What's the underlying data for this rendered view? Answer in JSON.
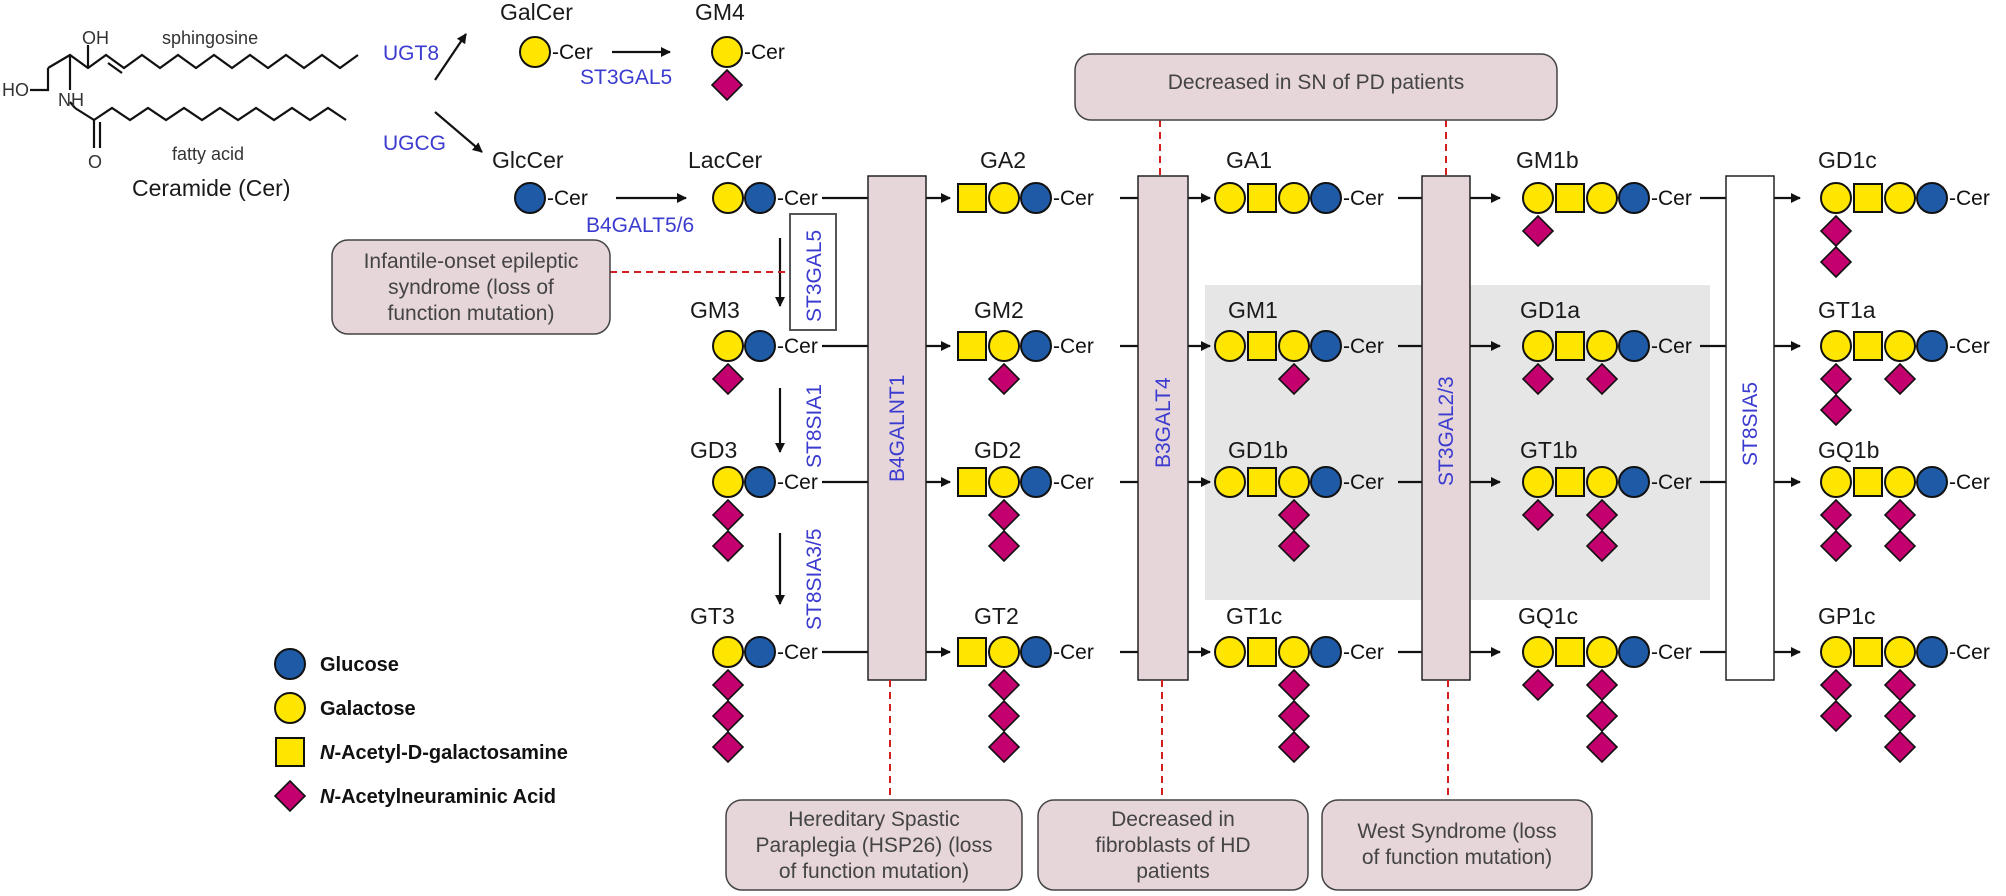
{
  "colors": {
    "glucose": "#1f5aa6",
    "galactose": "#ffe600",
    "galnac": "#ffe600",
    "neu5ac": "#c4006f",
    "enzyme_text": "#3b3bcf",
    "box_fill": "#e6d6da",
    "highlight": "#e6e6e6",
    "dashed": "#d21e1e"
  },
  "ceramide": {
    "sphingosine_label": "sphingosine",
    "fatty_acid_label": "fatty acid",
    "title": "Ceramide (Cer)",
    "oh_label": "OH",
    "ho_label": "HO",
    "nh_label": "NH",
    "o_label": "O"
  },
  "cer_suffix": "-Cer",
  "enzymes": {
    "ugt8": "UGT8",
    "ugcg": "UGCG",
    "st3gal5_top": "ST3GAL5",
    "b4galt56": "B4GALT5/6",
    "st3gal5_box": "ST3GAL5",
    "st8sia1": "ST8SIA1",
    "st8sia35": "ST8SIA3/5",
    "b4galnt1": "B4GALNT1",
    "b3galt4": "B3GALT4",
    "st3gal23": "ST3GAL2/3",
    "st8sia5": "ST8SIA5"
  },
  "compounds": {
    "galcer": "GalCer",
    "gm4": "GM4",
    "glccer": "GlcCer",
    "laccer": "LacCer",
    "gm3": "GM3",
    "gd3": "GD3",
    "gt3": "GT3",
    "ga2": "GA2",
    "gm2": "GM2",
    "gd2": "GD2",
    "gt2": "GT2",
    "ga1": "GA1",
    "gm1": "GM1",
    "gd1b": "GD1b",
    "gt1c": "GT1c",
    "gm1b": "GM1b",
    "gd1a": "GD1a",
    "gt1b": "GT1b",
    "gq1c": "GQ1c",
    "gd1c": "GD1c",
    "gt1a": "GT1a",
    "gq1b": "GQ1b",
    "gp1c": "GP1c"
  },
  "notes": {
    "pd": [
      "Decreased in SN of PD patients"
    ],
    "epileptic": [
      "Infantile-onset epileptic",
      "syndrome (loss of",
      "function mutation)"
    ],
    "hsp": [
      "Hereditary Spastic",
      "Paraplegia (HSP26) (loss",
      "of function mutation)"
    ],
    "hd": [
      "Decreased in",
      "fibroblasts of HD",
      "patients"
    ],
    "west": [
      "West Syndrome (loss",
      "of function mutation)"
    ]
  },
  "legend": [
    {
      "shape": "circle",
      "color": "glucose",
      "label": "Glucose",
      "italic_prefix": ""
    },
    {
      "shape": "circle",
      "color": "galactose",
      "label": "Galactose",
      "italic_prefix": ""
    },
    {
      "shape": "square",
      "color": "galnac",
      "label": "-Acetyl-D-galactosamine",
      "italic_prefix": "N"
    },
    {
      "shape": "diamond",
      "color": "neu5ac",
      "label": "-Acetylneuraminic Acid",
      "italic_prefix": "N"
    }
  ]
}
